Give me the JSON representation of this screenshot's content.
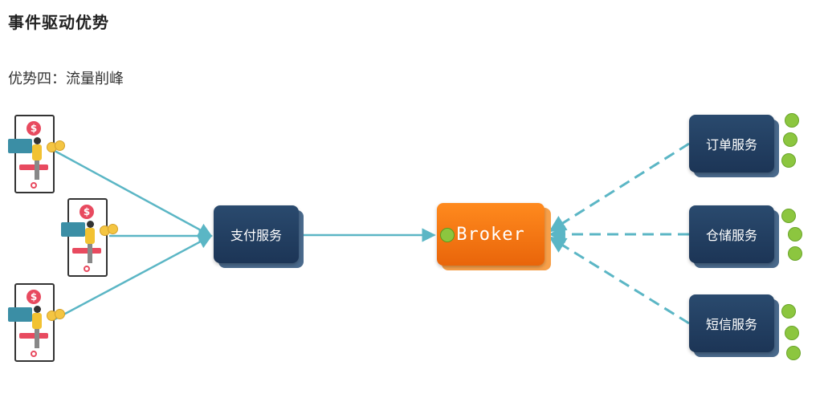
{
  "page": {
    "title": "事件驱动优势",
    "subtitle": "优势四：流量削峰"
  },
  "nodes": {
    "payment": "支付服务",
    "broker": "Broker",
    "order": "订单服务",
    "storage": "仓储服务",
    "sms": "短信服务"
  },
  "icons": {
    "phone": "mobile-payment-icon",
    "currency": "dollar-icon"
  },
  "colors": {
    "edge": "#5bb6c5",
    "service": "#1f3a5c",
    "broker": "#f37a13",
    "port": "#8cc63f"
  }
}
